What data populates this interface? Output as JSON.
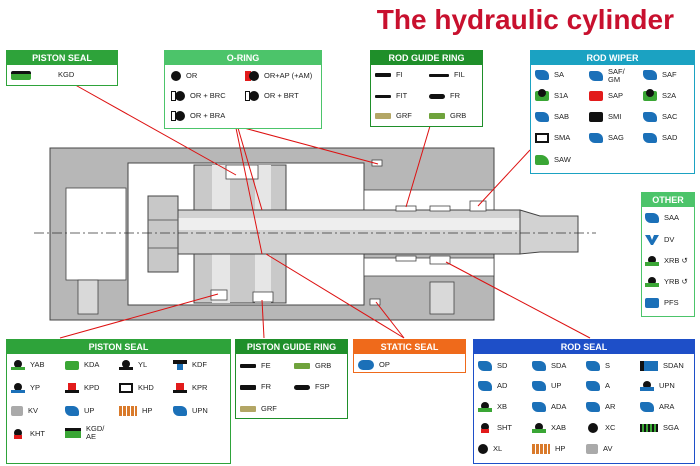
{
  "title": "The hydraulic cylinder",
  "piston_seal_top": {
    "header": "PISTON SEAL",
    "items": [
      "KGD"
    ]
  },
  "o_ring": {
    "header": "O-RING",
    "items": [
      "OR",
      "OR+AP (+AM)",
      "OR + BRC",
      "OR + BRT",
      "OR + BRA"
    ]
  },
  "rod_guide_ring_top": {
    "header": "ROD GUIDE RING",
    "items": [
      "FI",
      "FIL",
      "FIT",
      "FR",
      "GRF",
      "GRB"
    ]
  },
  "rod_wiper": {
    "header": "ROD WIPER",
    "items": [
      "SA",
      "SAF/\nGM",
      "SAF",
      "S1A",
      "SAP",
      "S2A",
      "SAB",
      "SMI",
      "SAC",
      "SMA",
      "SAG",
      "SAD",
      "SAW"
    ]
  },
  "other": {
    "header": "OTHER",
    "items": [
      "SAA",
      "DV",
      "XRB ↺",
      "YRB ↺",
      "PFS"
    ]
  },
  "piston_seal_bottom": {
    "header": "PISTON SEAL",
    "items": [
      "YAB",
      "KDA",
      "YL",
      "KDF",
      "YP",
      "KPD",
      "KHD",
      "KPR",
      "KV",
      "UP",
      "HP",
      "UPN",
      "KHT",
      "KGD/\nAE"
    ]
  },
  "piston_guide_ring": {
    "header": "PISTON GUIDE RING",
    "items": [
      "FE",
      "GRB",
      "FR",
      "FSP",
      "GRF"
    ]
  },
  "static_seal": {
    "header": "STATIC SEAL",
    "items": [
      "OP"
    ]
  },
  "rod_seal": {
    "header": "ROD SEAL",
    "items": [
      "SD",
      "SDA",
      "S",
      "SDAN",
      "AD",
      "UP",
      "A",
      "UPN",
      "XB",
      "ADA",
      "AR",
      "ARA",
      "SHT",
      "XAB",
      "XC",
      "SGA",
      "XL",
      "HP",
      "AV"
    ]
  },
  "colors": {
    "title": "#c8102e",
    "seal_blue": "#1b70b8",
    "body_grey": "#b4b4b4"
  }
}
